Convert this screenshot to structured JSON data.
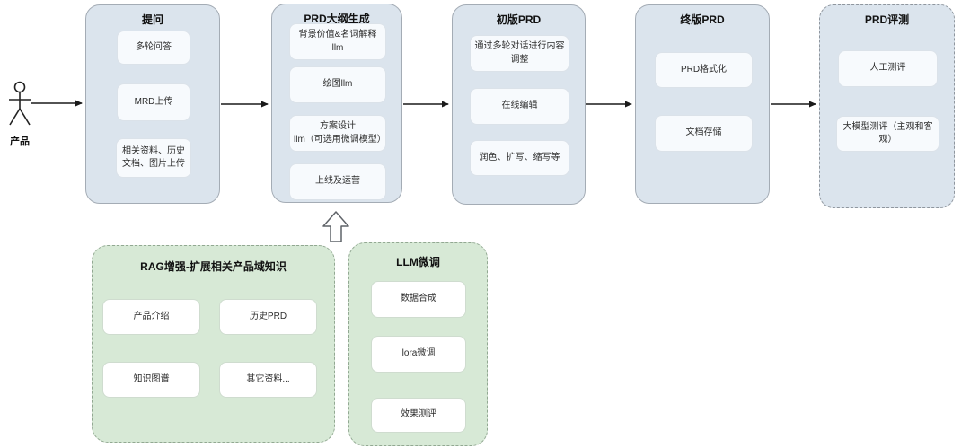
{
  "colors": {
    "stage_fill": "#dbe4ed",
    "stage_border": "#a4acb5",
    "stage_node_fill": "#f7fafd",
    "group_fill": "#d7e9d6",
    "group_border": "#92a892",
    "node_fill": "#ffffff",
    "arrow": "#1a1a1a"
  },
  "actor": {
    "label": "产品"
  },
  "stages": [
    {
      "title": "提问",
      "items": [
        "多轮问答",
        "MRD上传",
        "相关资料、历史文档、图片上传"
      ]
    },
    {
      "title": "PRD大纲生成",
      "items": [
        "背景价值&名词解释\nllm",
        "绘图llm",
        "方案设计\nllm（可选用微调模型）",
        "上线及运营"
      ]
    },
    {
      "title": "初版PRD",
      "items": [
        "通过多轮对话进行内容调整",
        "在线编辑",
        "润色、扩写、缩写等"
      ]
    },
    {
      "title": "终版PRD",
      "items": [
        "PRD格式化",
        "文档存储"
      ]
    },
    {
      "title": "PRD评测",
      "items": [
        "人工测评",
        "大模型测评（主观和客观）"
      ]
    }
  ],
  "groups": [
    {
      "title": "RAG增强-扩展相关产品域知识",
      "items": [
        "产品介绍",
        "历史PRD",
        "知识图谱",
        "其它资料..."
      ]
    },
    {
      "title": "LLM微调",
      "items": [
        "数据合成",
        "lora微调",
        "效果测评"
      ]
    }
  ]
}
